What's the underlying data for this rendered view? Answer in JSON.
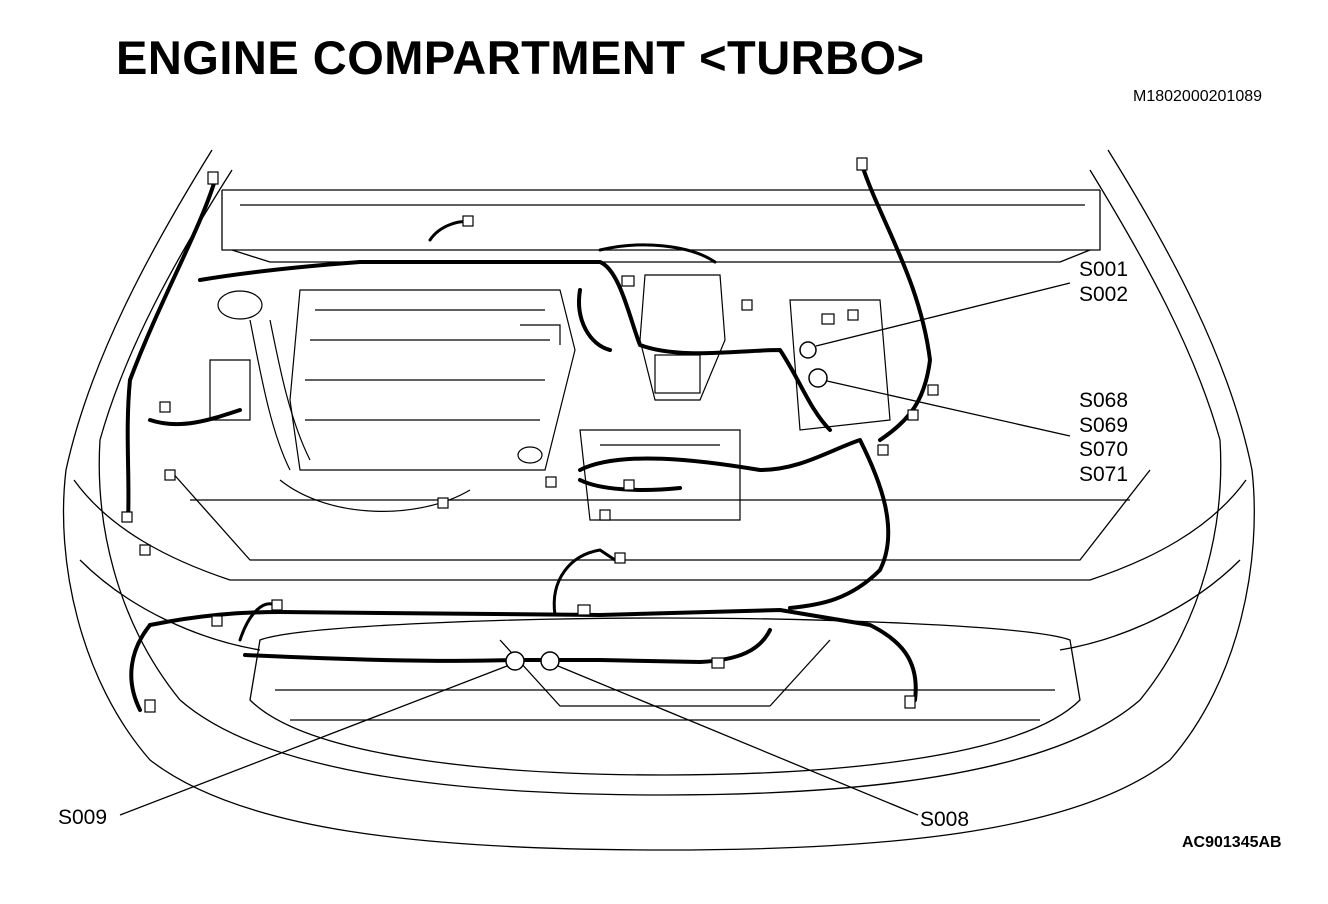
{
  "title": "ENGINE COMPARTMENT <TURBO>",
  "document_id": "M1802000201089",
  "figure_id": "AC901345AB",
  "splice_groups": [
    {
      "labels": [
        "S001",
        "S002"
      ]
    },
    {
      "labels": [
        "S068",
        "S069",
        "S070",
        "S071"
      ]
    },
    {
      "labels": [
        "S009"
      ]
    },
    {
      "labels": [
        "S008"
      ]
    }
  ]
}
